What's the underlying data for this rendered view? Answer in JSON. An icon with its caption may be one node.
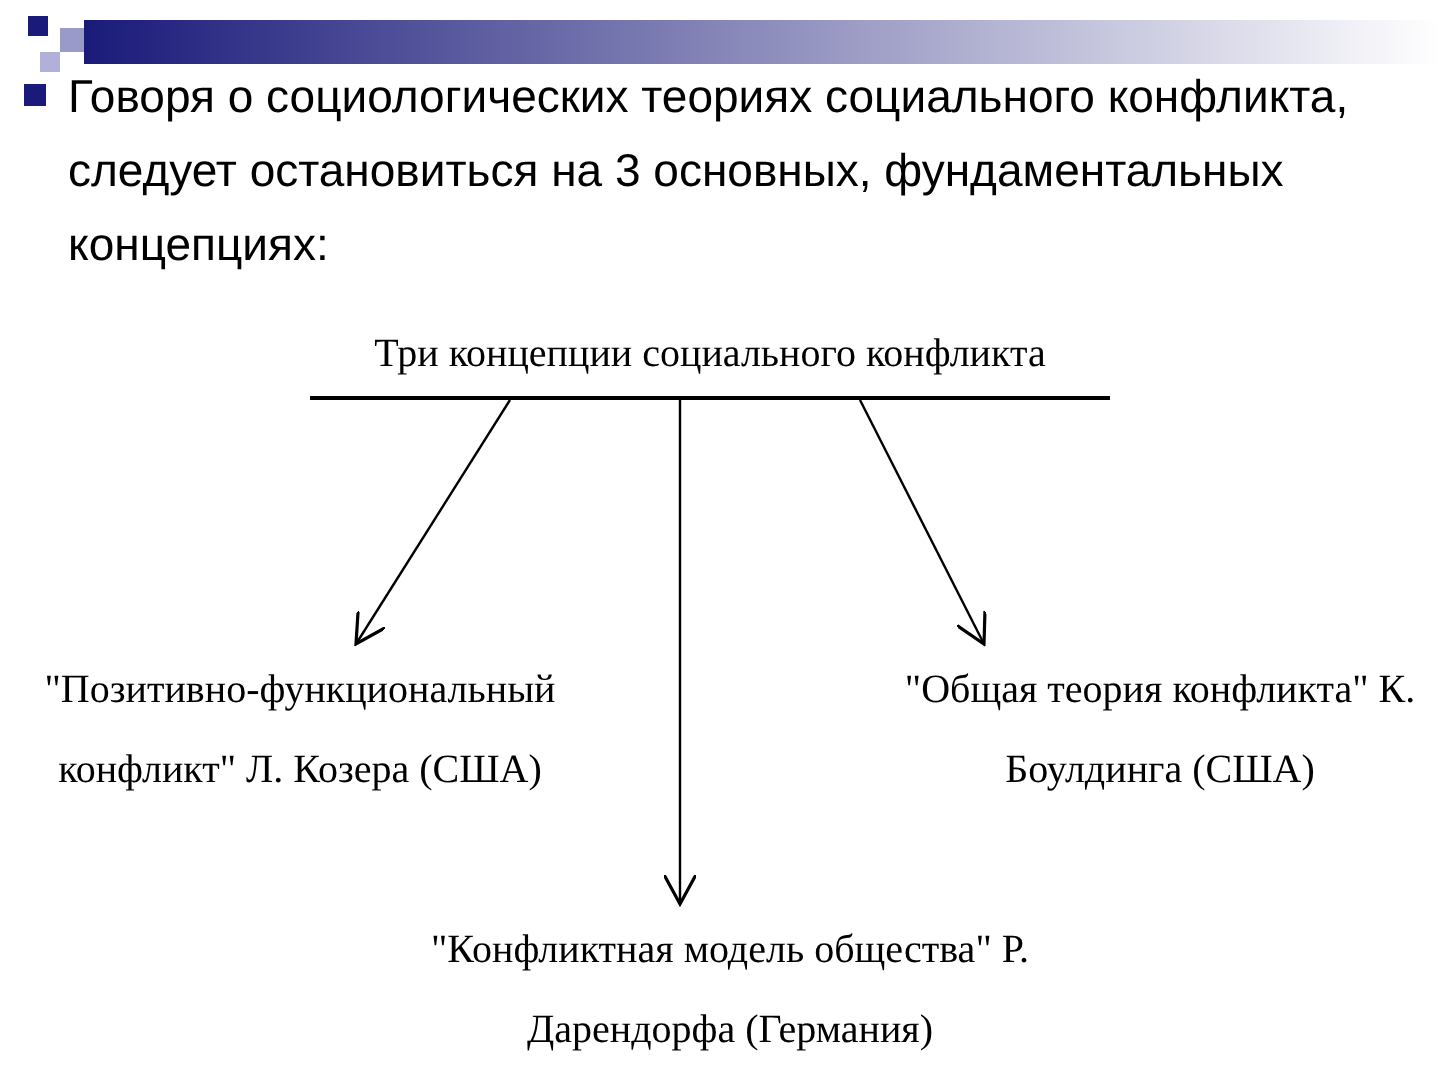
{
  "diagram": {
    "title": "Говоря о социологических теориях социального конфликта, следует остановиться на 3 основных, фундаментальных концепциях:",
    "nodes": [
      {
        "text": [
          "Три концепции социального конфликта"
        ]
      },
      {
        "text": [
          "\"Позитивно-функциональный конфликт\" Л. Козера (США)"
        ]
      },
      {
        "text": [
          "\"Общая теория конфликта\" К. Боулдинга (США)"
        ]
      },
      {
        "text": [
          "\"Конфликтная модель общества\" Р. Дарендорфа (Германия)"
        ]
      }
    ],
    "edges": [
      {
        "from": 0,
        "to": 1,
        "arrow": "to"
      },
      {
        "from": 0,
        "to": 3,
        "arrow": "to"
      },
      {
        "from": 0,
        "to": 2,
        "arrow": "to"
      }
    ]
  }
}
